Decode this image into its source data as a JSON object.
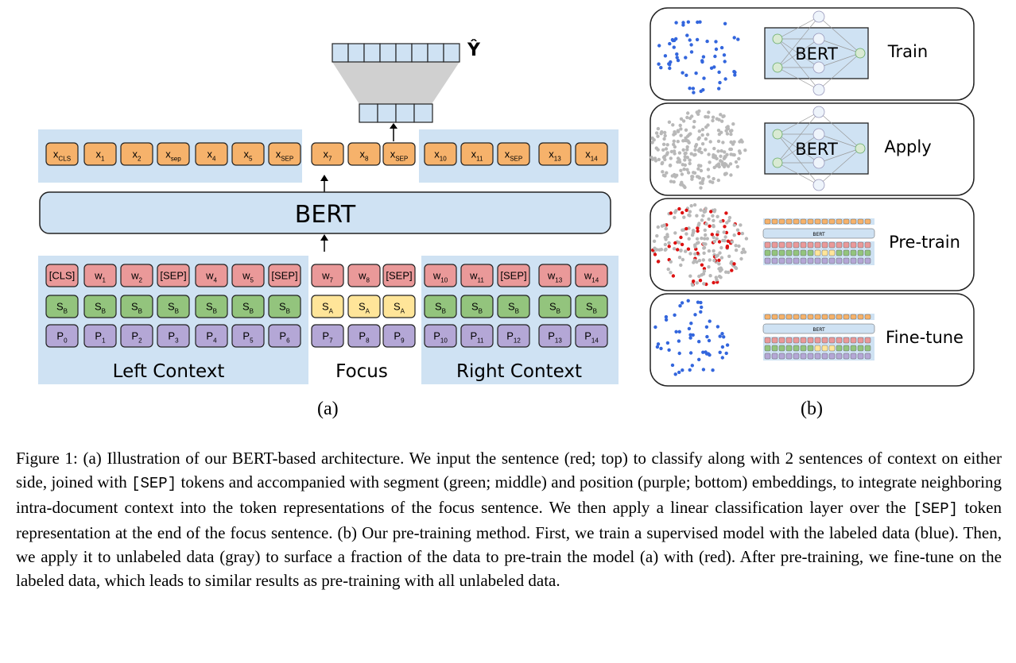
{
  "panel_a": {
    "output_label": "Ŷ",
    "output_cells_wide": 8,
    "output_cells_narrow": 4,
    "bert_label": "BERT",
    "embeddings": [
      {
        "main": "x",
        "sub": "CLS"
      },
      {
        "main": "x",
        "sub": "1"
      },
      {
        "main": "x",
        "sub": "2"
      },
      {
        "main": "x",
        "sub": "sep"
      },
      {
        "main": "x",
        "sub": "4"
      },
      {
        "main": "x",
        "sub": "5"
      },
      {
        "main": "x",
        "sub": "SEP"
      },
      {
        "main": "x",
        "sub": "7"
      },
      {
        "main": "x",
        "sub": "8"
      },
      {
        "main": "x",
        "sub": "SEP"
      },
      {
        "main": "x",
        "sub": "10"
      },
      {
        "main": "x",
        "sub": "11"
      },
      {
        "main": "x",
        "sub": "SEP"
      },
      {
        "main": "x",
        "sub": "13"
      },
      {
        "main": "x",
        "sub": "14"
      }
    ],
    "tokens": [
      {
        "main": "[CLS]",
        "sub": ""
      },
      {
        "main": "w",
        "sub": "1"
      },
      {
        "main": "w",
        "sub": "2"
      },
      {
        "main": "[SEP]",
        "sub": ""
      },
      {
        "main": "w",
        "sub": "4"
      },
      {
        "main": "w",
        "sub": "5"
      },
      {
        "main": "[SEP]",
        "sub": ""
      },
      {
        "main": "w",
        "sub": "7"
      },
      {
        "main": "w",
        "sub": "8"
      },
      {
        "main": "[SEP]",
        "sub": ""
      },
      {
        "main": "w",
        "sub": "10"
      },
      {
        "main": "w",
        "sub": "11"
      },
      {
        "main": "[SEP]",
        "sub": ""
      },
      {
        "main": "w",
        "sub": "13"
      },
      {
        "main": "w",
        "sub": "14"
      }
    ],
    "segments": [
      {
        "main": "S",
        "sub": "B"
      },
      {
        "main": "S",
        "sub": "B"
      },
      {
        "main": "S",
        "sub": "B"
      },
      {
        "main": "S",
        "sub": "B"
      },
      {
        "main": "S",
        "sub": "B"
      },
      {
        "main": "S",
        "sub": "B"
      },
      {
        "main": "S",
        "sub": "B"
      },
      {
        "main": "S",
        "sub": "A"
      },
      {
        "main": "S",
        "sub": "A"
      },
      {
        "main": "S",
        "sub": "A"
      },
      {
        "main": "S",
        "sub": "B"
      },
      {
        "main": "S",
        "sub": "B"
      },
      {
        "main": "S",
        "sub": "B"
      },
      {
        "main": "S",
        "sub": "B"
      },
      {
        "main": "S",
        "sub": "B"
      }
    ],
    "positions": [
      {
        "main": "P",
        "sub": "0"
      },
      {
        "main": "P",
        "sub": "1"
      },
      {
        "main": "P",
        "sub": "2"
      },
      {
        "main": "P",
        "sub": "3"
      },
      {
        "main": "P",
        "sub": "4"
      },
      {
        "main": "P",
        "sub": "5"
      },
      {
        "main": "P",
        "sub": "6"
      },
      {
        "main": "P",
        "sub": "7"
      },
      {
        "main": "P",
        "sub": "8"
      },
      {
        "main": "P",
        "sub": "9"
      },
      {
        "main": "P",
        "sub": "10"
      },
      {
        "main": "P",
        "sub": "11"
      },
      {
        "main": "P",
        "sub": "12"
      },
      {
        "main": "P",
        "sub": "13"
      },
      {
        "main": "P",
        "sub": "14"
      }
    ],
    "left_context_label": "Left Context",
    "focus_label": "Focus",
    "right_context_label": "Right Context",
    "subcaption": "(a)"
  },
  "panel_b": {
    "rows": [
      {
        "label": "Train",
        "bert_label": "BERT"
      },
      {
        "label": "Apply",
        "bert_label": "BERT"
      },
      {
        "label": "Pre-train",
        "bert_label": "BERT"
      },
      {
        "label": "Fine-tune",
        "bert_label": "BERT"
      }
    ],
    "subcaption": "(b)"
  },
  "caption": {
    "figure_label": "Figure 1:",
    "part1": " (a) Illustration of our BERT-based architecture. We input the sentence (red; top) to classify along with 2 sentences of context on either side, joined with ",
    "sep1": "[SEP]",
    "part2": " tokens and accompanied with segment (green; middle) and position (purple; bottom) embeddings, to integrate neighboring intra-document context into the token representations of the focus sentence. We then apply a linear classification layer over the ",
    "sep2": "[SEP]",
    "part3": " token representation at the end of the focus sentence. (b) Our pre-training method. First, we train a supervised model with the labeled data (blue). Then, we apply it to unlabeled data (gray) to surface a fraction of the data to pre-train the model (a) with (red). After pre-training, we fine-tune on the labeled data, which leads to similar results as pre-training with all unlabeled data."
  },
  "colors": {
    "context_bg": "#cfe2f3",
    "bert_fill": "#cfe2f3",
    "embed_orange": "#f6b26b",
    "token_red": "#ea9999",
    "segment_green": "#93c47d",
    "segment_yellow": "#ffe599",
    "position_purple": "#b4a7d6",
    "dot_blue": "#3366dd",
    "dot_gray": "#b8b8b8",
    "dot_red": "#dd1111"
  }
}
